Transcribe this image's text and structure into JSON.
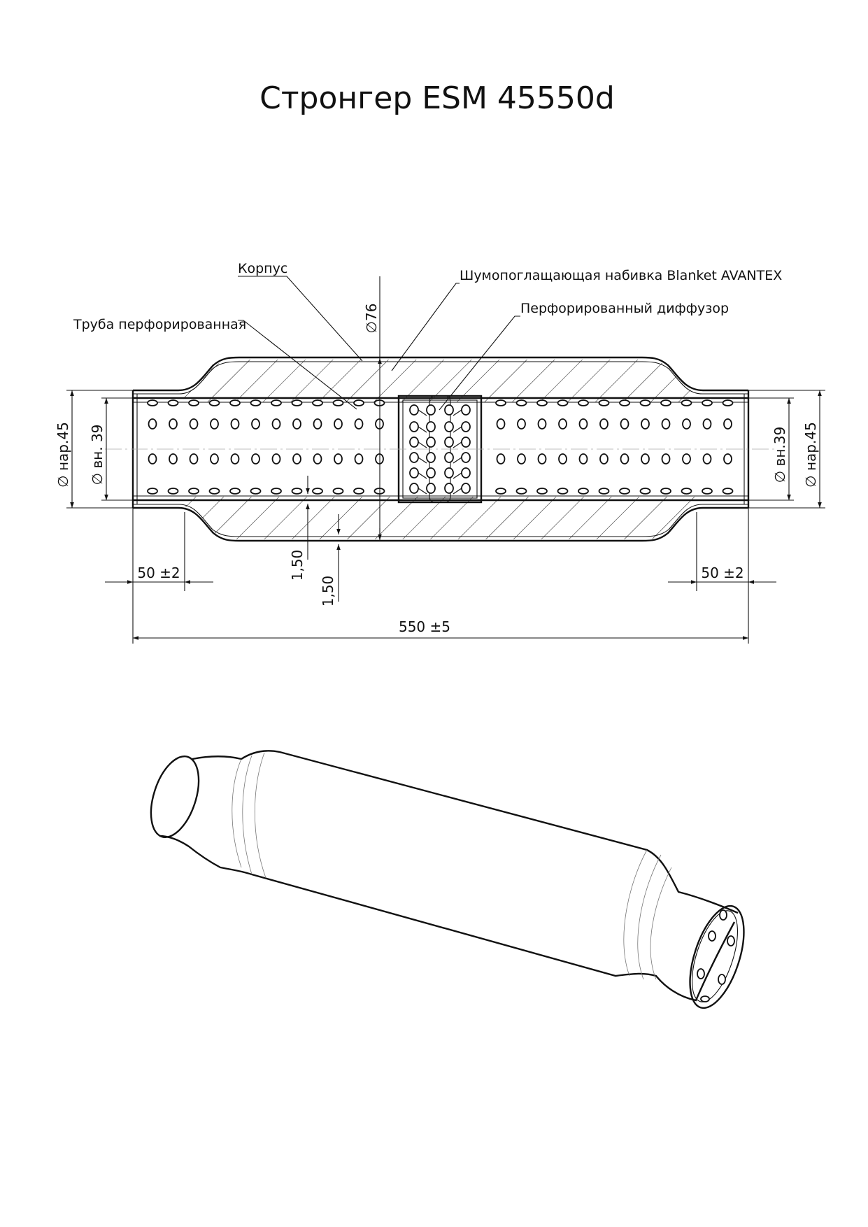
{
  "title": "Стронгер ESM 45550d",
  "callouts": {
    "housing": "Корпус",
    "packing": "Шумопоглащающая набивка Blanket AVANTEX",
    "diffuser": "Перфорированный диффузор",
    "perforated_pipe": "Труба перфорированная"
  },
  "dimensions": {
    "body_diameter": "∅76",
    "outer_left": "∅ нар.45",
    "inner_left": "∅ вн. 39",
    "inner_right": "∅ вн.39",
    "outer_right": "∅ нар.45",
    "end_left": "50 ±2",
    "end_right": "50 ±2",
    "wall_pipe": "1,50",
    "wall_housing": "1,50",
    "overall_length": "550 ±5"
  }
}
